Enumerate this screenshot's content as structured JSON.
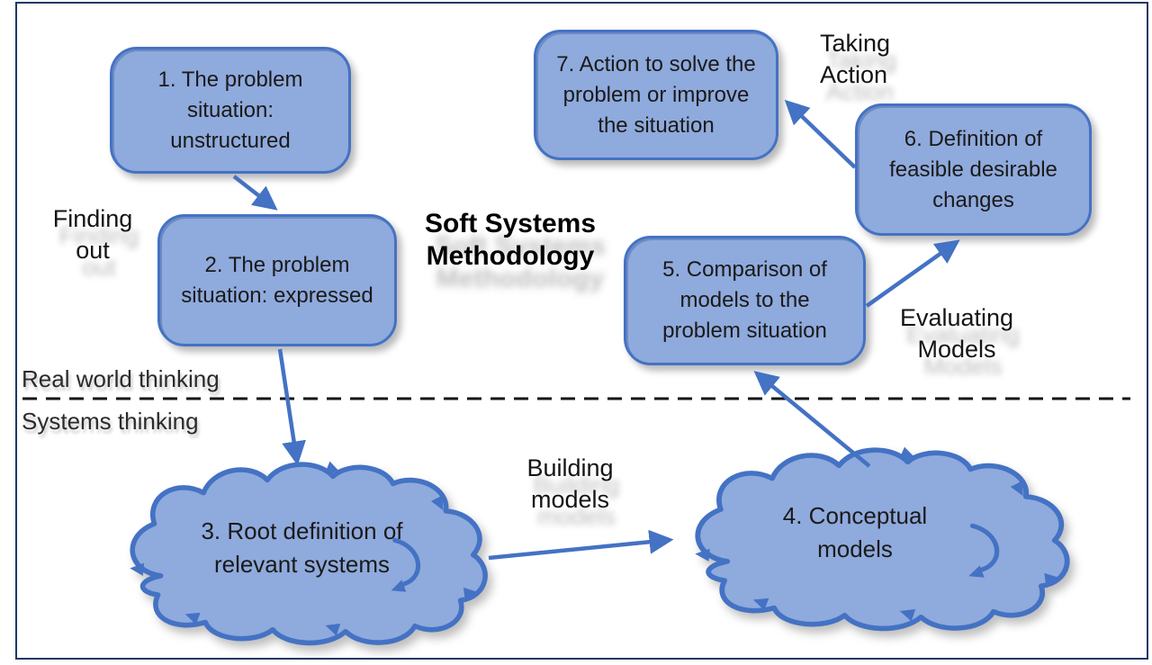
{
  "diagram": {
    "title": "Soft Systems Methodology",
    "stages": [
      "1. The problem situation: unstructured",
      "2. The problem situation: expressed",
      "3. Root definition of relevant systems",
      "4. Conceptual models",
      "5. Comparison of models to the problem situation",
      "6. Definition of feasible desirable changes",
      "7. Action to solve the problem or improve the situation"
    ],
    "process_labels": {
      "finding_out": "Finding out",
      "taking_action": "Taking Action",
      "evaluating_models": "Evaluating Models",
      "building_models": "Building models"
    },
    "divider": {
      "above": "Real world thinking",
      "below": "Systems thinking"
    },
    "colors": {
      "node_fill": "#8FAADC",
      "node_border": "#4472C4",
      "arrow": "#4472C4",
      "frame": "#1F3864",
      "divider": "#151515",
      "text": "#1a1a1a"
    }
  }
}
